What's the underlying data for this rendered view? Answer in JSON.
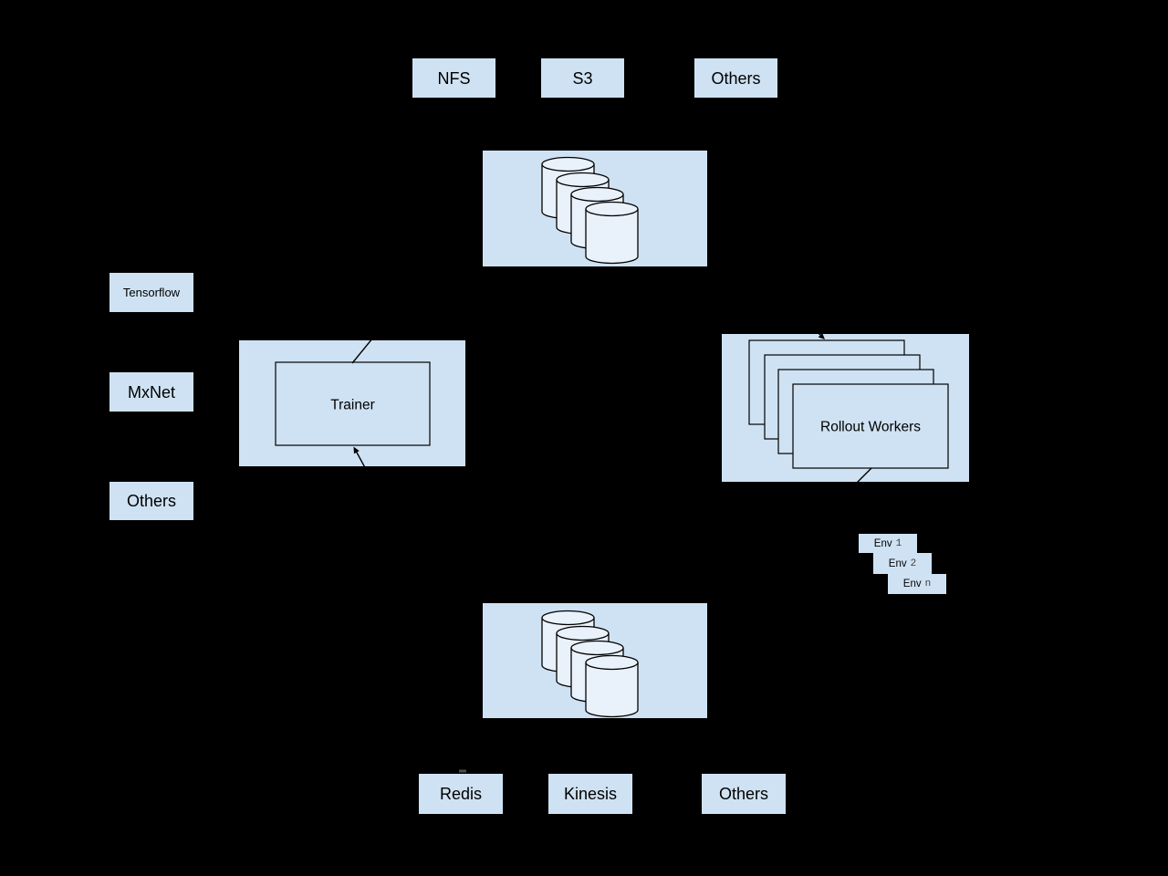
{
  "diagram": {
    "background": "#000000",
    "colors": {
      "node_fill": "#cfe2f3",
      "cylinder_fill": "#e9f1fb",
      "outline": "#000000",
      "text": "#000000"
    },
    "top_row": {
      "items": [
        "NFS",
        "S3",
        "Others"
      ]
    },
    "left_column": {
      "items": [
        "Tensorflow",
        "MxNet",
        "Others"
      ]
    },
    "trainer": {
      "label": "Trainer"
    },
    "rollout_workers": {
      "label": "Rollout Workers",
      "stacked_count": 4
    },
    "envs": {
      "items": [
        {
          "prefix": "Env",
          "id": "1"
        },
        {
          "prefix": "Env",
          "id": "2"
        },
        {
          "prefix": "Env",
          "id": "n"
        }
      ]
    },
    "bottom_row": {
      "items": [
        "Redis",
        "Kinesis",
        "Others"
      ]
    },
    "storage_cluster_top": {
      "cylinder_count": 4
    },
    "storage_cluster_bottom": {
      "cylinder_count": 4
    }
  }
}
